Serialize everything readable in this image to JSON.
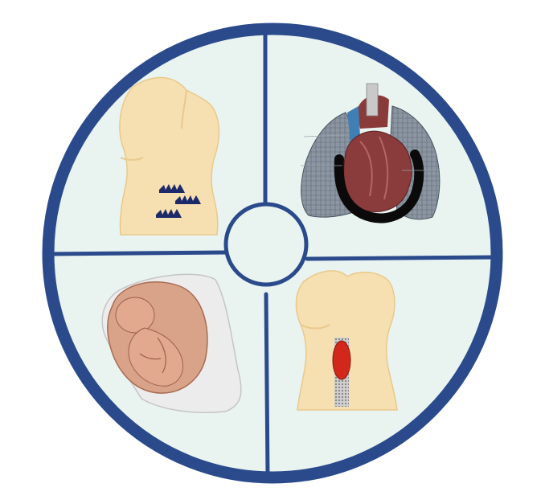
{
  "diagram": {
    "colors": {
      "ring": "#2b4a8c",
      "panel_fill": "#e9f4f1",
      "hub_fill": "#e9f4f1",
      "skin": "#f6dfb0",
      "skin_shade": "#e9c98c",
      "bowel_marks": "#1c2a6a",
      "aorta_bulge": "#d2281c",
      "lung": "#7d8794",
      "heart": "#8a3b3b",
      "pericardium_band": "#0a0a0a",
      "uterus": "#d9a38a",
      "fetus": "#e2a98f"
    },
    "quadrants": [
      {
        "name": "top-left",
        "illustration": "torso-with-bowel-marks-icon"
      },
      {
        "name": "top-right",
        "illustration": "heart-lungs-icon"
      },
      {
        "name": "bottom-left",
        "illustration": "fetus-in-womb-icon"
      },
      {
        "name": "bottom-right",
        "illustration": "torso-with-aortic-aneurysm-icon"
      }
    ]
  }
}
